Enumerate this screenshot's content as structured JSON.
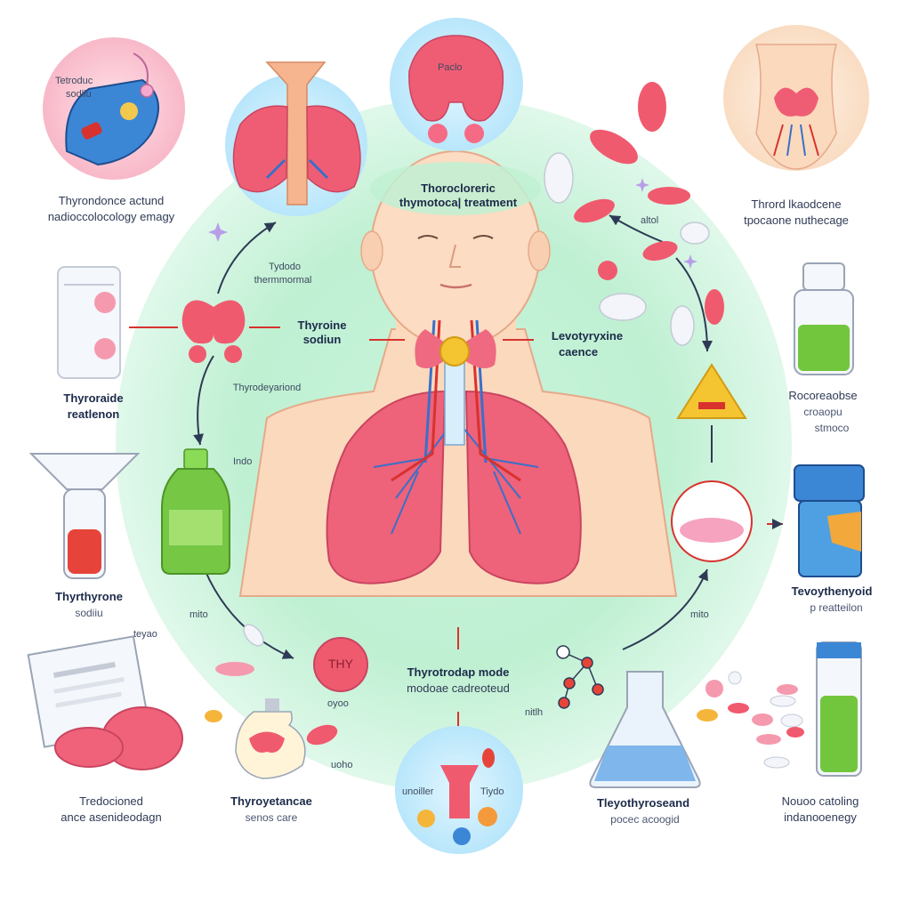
{
  "center_title": {
    "line1": "Thorocloreric",
    "line2": "thymotoca| treatment"
  },
  "labels": {
    "top_left_circle_text_1": "Tetroduc",
    "top_left_circle_text_2": "sodliu",
    "top_left_caption_1": "Thyrondonce actund",
    "top_left_caption_2": "nadioccolocology emagy",
    "top_center_circle_text": "Paclo",
    "top_right_caption_1": "Thrord lkaodcene",
    "top_right_caption_2": "tpocaone nuthecage",
    "arrow_label_left": "Tydodo",
    "arrow_label_left_2": "thermmormal",
    "mid_left_1": "Thyroine",
    "mid_left_2": "sodiun",
    "mid_right_1": "Levotyryxine",
    "mid_right_2": "caence",
    "thyro_sub": "Thyrodeyariond",
    "left_box_caption_1": "Thyroraide",
    "left_box_caption_2": "reatlenon",
    "bottle_label": "Indo",
    "right_bottle_caption_1": "Rocoreaobse",
    "right_bottle_caption_2": "croaopu",
    "right_bottle_caption_3": "stmoco",
    "funnel_caption_1": "Thyrthyrone",
    "funnel_caption_2": "sodiiu",
    "jar_caption_1": "Tevoythenyoid",
    "jar_caption_2": "p reatteilon",
    "arrow_small_left": "mito",
    "arrow_small_right": "mito",
    "arrow_small_top_right": "altol",
    "clipboard_label": "teyao",
    "pill_text": "THY",
    "pill_sub": "oyoo",
    "bottom_center_1": "Thyrotrodap mode",
    "bottom_center_2": "modoae cadreoteud",
    "molecule_label": "nitlh",
    "flask_label": "uoho",
    "bottom_circle_left": "unoiller",
    "bottom_circle_right": "Tiydo",
    "bottom_caption_a_1": "Tredocioned",
    "bottom_caption_a_2": "ance asenideodagn",
    "bottom_caption_b_1": "Thyroyetancae",
    "bottom_caption_b_2": "senos care",
    "bottom_caption_c_1": "Tleyothyroseand",
    "bottom_caption_c_2": "pocec acoogid",
    "bottom_caption_d_1": "Nouoo catoling",
    "bottom_caption_d_2": "indanooenegy"
  },
  "colors": {
    "thyroid": "#f0647a",
    "lungs": "#ec5f78",
    "skin": "#fbd9bd",
    "background_glow": "#c9f5dc",
    "vein_blue": "#3a6fc9",
    "artery_red": "#d8322f",
    "accent_green": "#6cc53a",
    "accent_blue": "#3c86d6"
  }
}
